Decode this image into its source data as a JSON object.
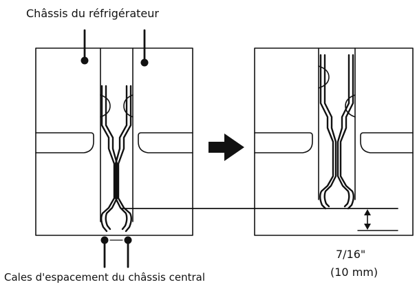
{
  "title": "Châssis du réfrigérateur",
  "caption": "Cales d'espacement du châssis central",
  "dimension": {
    "imperial": "7/16\"",
    "metric": "(10 mm)"
  },
  "colors": {
    "ink": "#111111",
    "background": "#ffffff"
  }
}
